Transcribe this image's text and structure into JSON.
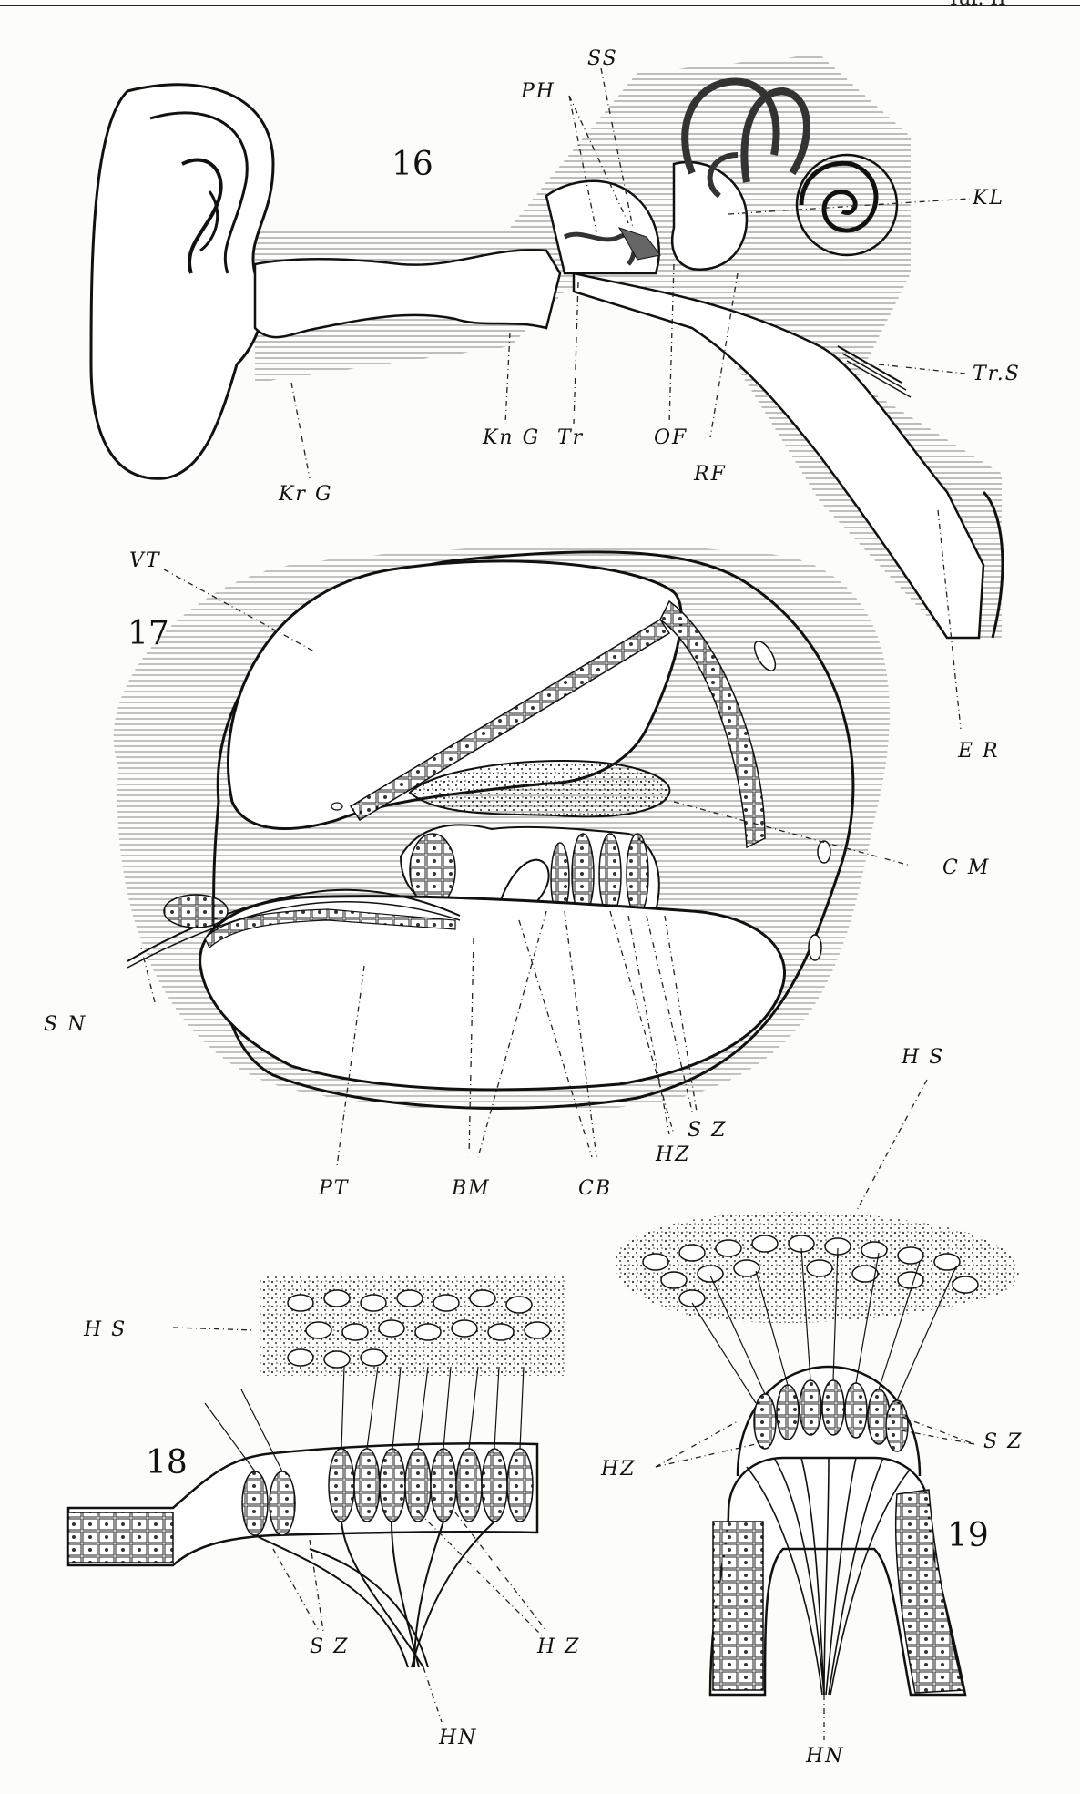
{
  "plate": {
    "corner_text": "Taf. II"
  },
  "figures": {
    "fig16": {
      "number": "16",
      "labels": {
        "SS": "SS",
        "PH": "PH",
        "KL": "KL",
        "TrS": "Tr.S",
        "KnG": "Kn G",
        "Tr": "Tr",
        "OF": "OF",
        "RF": "RF",
        "KrG": "Kr G",
        "ER": "E R"
      }
    },
    "fig17": {
      "number": "17",
      "labels": {
        "VT": "VT",
        "CM": "C M",
        "SN": "S N",
        "PT": "PT",
        "BM": "BM",
        "CB": "CB",
        "HZ": "HZ",
        "SZ": "S Z"
      }
    },
    "fig18": {
      "number": "18",
      "labels": {
        "HS": "H S",
        "SZ": "S Z",
        "HZ": "H Z",
        "HN": "HN"
      }
    },
    "fig19": {
      "number": "19",
      "labels": {
        "HS": "H S",
        "SZ": "S Z",
        "HZ": "HZ",
        "HN": "HN"
      }
    }
  }
}
